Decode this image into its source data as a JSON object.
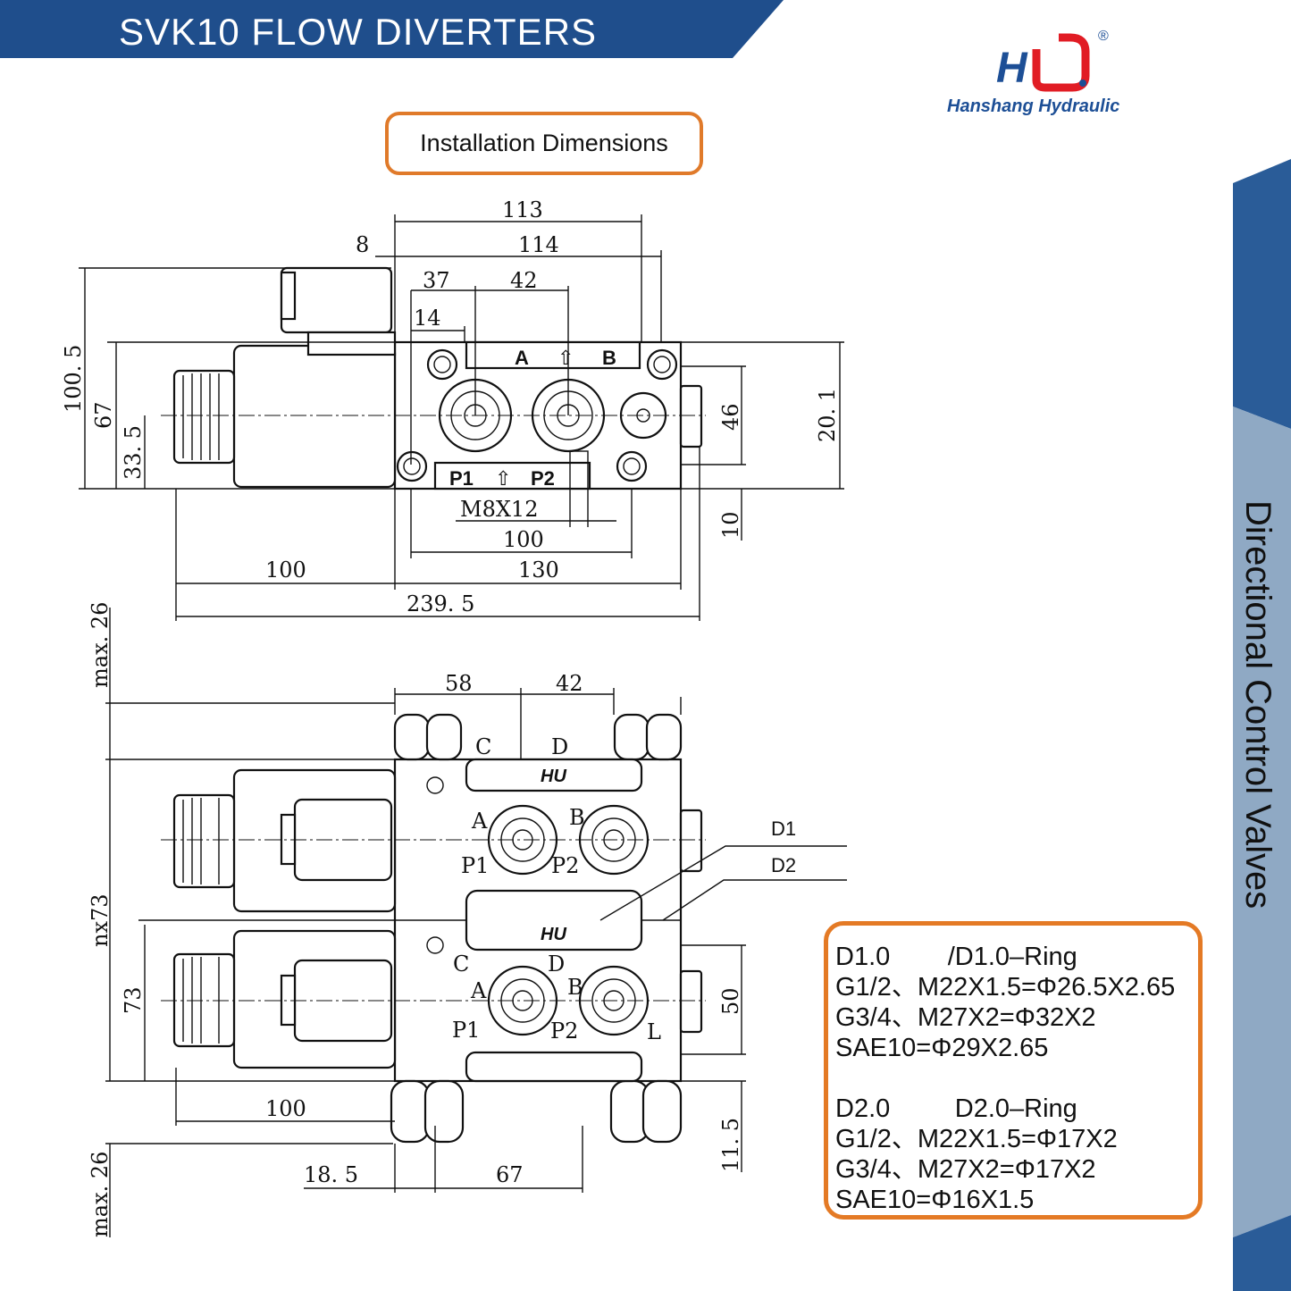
{
  "banner": {
    "title": "SVK10 FLOW DIVERTERS",
    "color": "#1f4e8c"
  },
  "logo": {
    "mark": "HU",
    "registered": "®",
    "company": "Hanshang Hydraulic"
  },
  "section_title": "Installation Dimensions",
  "side_title": "Directional Control Valves",
  "top_view": {
    "plate_ab": [
      "A",
      "⇧",
      "B"
    ],
    "plate_p": [
      "P1",
      "⇧",
      "P2"
    ],
    "h_dims": [
      "113",
      "114",
      "8",
      "37",
      "42",
      "14",
      "M8X12",
      "100",
      "100",
      "130",
      "239. 5"
    ],
    "v_dims": [
      "100. 5",
      "67",
      "33. 5",
      "46",
      "20. 1",
      "10"
    ]
  },
  "bottom_view": {
    "ports": [
      "C",
      "D",
      "A",
      "B",
      "P1",
      "P2",
      "C",
      "D",
      "A",
      "B",
      "P1",
      "P2",
      "L"
    ],
    "h_dims": [
      "58",
      "42",
      "100",
      "18. 5",
      "67"
    ],
    "v_dims": [
      "max. 26",
      "nx73",
      "73",
      "50",
      "11. 5",
      "max. 26"
    ],
    "callouts": [
      "D1",
      "D2"
    ]
  },
  "specs": {
    "d1": [
      "D1.0        /D1.0–Ring",
      "G1/2、M22X1.5=Φ26.5X2.65",
      "G3/4、M27X2=Φ32X2",
      "SAE10=Φ29X2.65"
    ],
    "d2": [
      "D2.0         D2.0–Ring",
      "G1/2、M22X1.5=Φ17X2",
      "G3/4、M27X2=Φ17X2",
      "SAE10=Φ16X1.5"
    ]
  }
}
